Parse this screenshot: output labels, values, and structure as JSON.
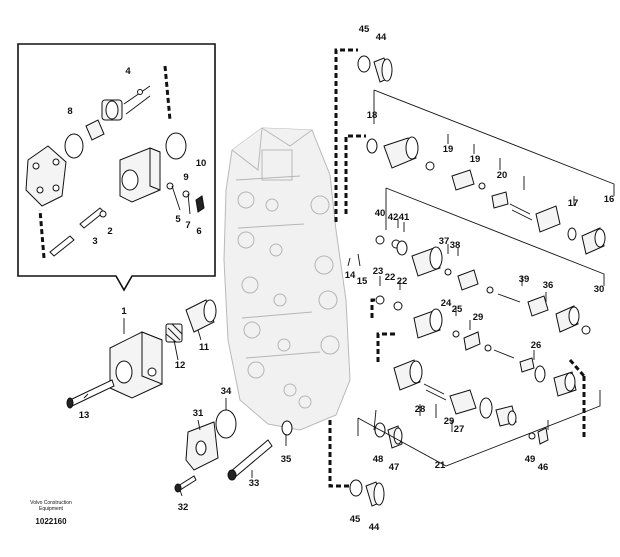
{
  "diagram": {
    "callouts": [
      "1",
      "2",
      "3",
      "4",
      "5",
      "6",
      "7",
      "8",
      "9",
      "10",
      "11",
      "12",
      "13",
      "14",
      "15",
      "16",
      "17",
      "18",
      "19",
      "19",
      "20",
      "21",
      "22",
      "23",
      "24",
      "25",
      "26",
      "27",
      "28",
      "29",
      "29",
      "30",
      "31",
      "32",
      "33",
      "34",
      "35",
      "36",
      "37",
      "38",
      "39",
      "40",
      "41",
      "42",
      "43",
      "44",
      "44",
      "45",
      "45",
      "46",
      "47",
      "48",
      "49"
    ],
    "footer": {
      "brand": "Volvo Construction Equipment",
      "drawing_number": "1022160"
    }
  }
}
